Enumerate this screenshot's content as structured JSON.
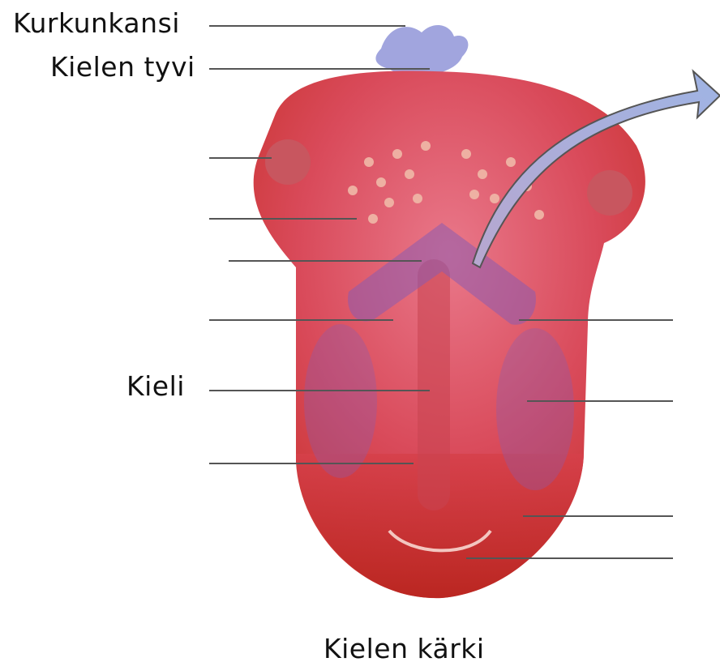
{
  "labels": {
    "epiglottis": "Kurkunkansi",
    "tongue_base": "Kielen tyvi",
    "tongue": "Kieli",
    "tongue_tip": "Kielen kärki"
  },
  "colors": {
    "tongue_body": "#d94a5a",
    "tongue_tip": "#c7302a",
    "taste_zone_purple": "#8a5bb0",
    "epiglottis": "#8a8fd6",
    "arrow_fill": "#a8b4e0",
    "leader_line": "#555555"
  }
}
